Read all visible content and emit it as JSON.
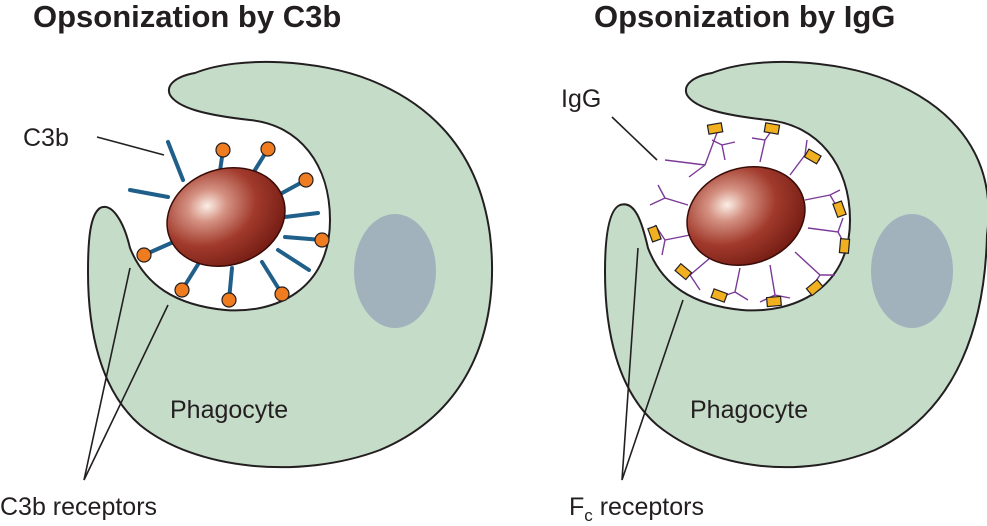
{
  "panels": [
    {
      "title": "Opsonization by C3b",
      "opsonin_label": "C3b",
      "cell_label": "Phagocyte",
      "receptor_label": "C3b receptors"
    },
    {
      "title": "Opsonization by IgG",
      "opsonin_label": "IgG",
      "cell_label": "Phagocyte",
      "receptor_label_main": "F",
      "receptor_label_sub": "c",
      "receptor_label_rest": " receptors"
    }
  ],
  "colors": {
    "cell_fill": "#c5dcc9",
    "nucleus": "#a2b2bd",
    "bacterium_dark": "#7b1d12",
    "bacterium_light": "#fbeee6",
    "c3b_stick": "#1f5f8a",
    "c3b_receptor": "#f07c22",
    "igg": "#7b3a98",
    "fc_receptor": "#f1b020"
  }
}
